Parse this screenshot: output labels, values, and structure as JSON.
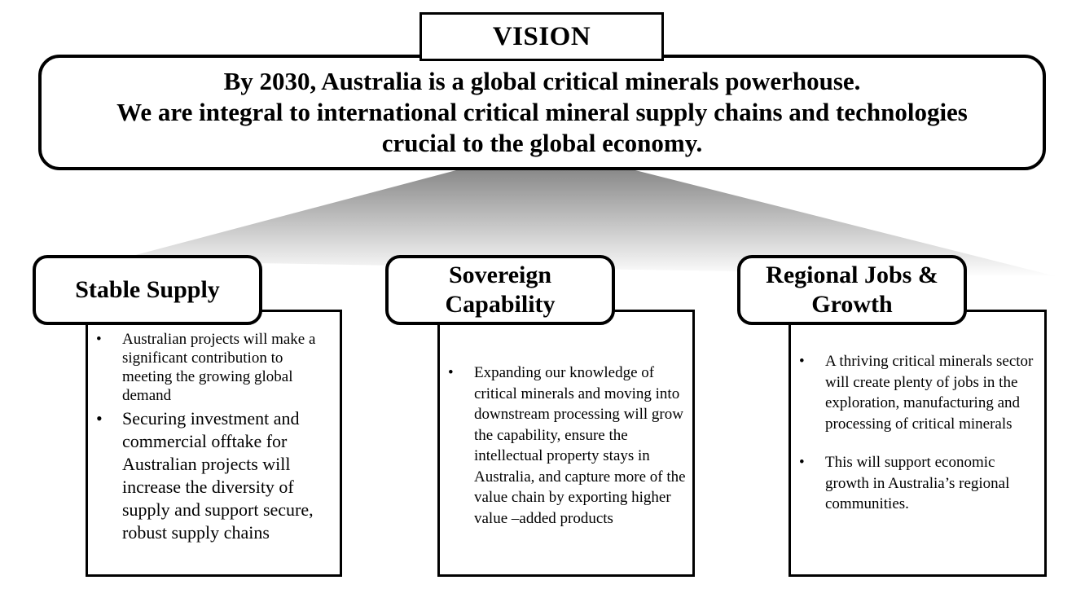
{
  "vision": {
    "tab_label": "VISION",
    "lines": [
      "By 2030, Australia is a global critical minerals powerhouse.",
      "We are integral to international critical mineral supply chains and technologies",
      "crucial to the global economy."
    ]
  },
  "bullet_glyph": "•",
  "pillars": [
    {
      "title_lines": [
        "Stable Supply"
      ],
      "bullets": [
        "Australian projects will make a significant contribution to meeting the growing global demand",
        "Securing investment and commercial offtake for Australian projects will increase the diversity of supply and support secure, robust supply chains"
      ]
    },
    {
      "title_lines": [
        "Sovereign",
        "Capability"
      ],
      "bullets": [
        "Expanding our knowledge of critical minerals and moving into downstream processing will grow the capability, ensure the intellectual property stays in Australia, and capture more of the value chain by exporting higher value –added products"
      ]
    },
    {
      "title_lines": [
        "Regional Jobs &",
        "Growth"
      ],
      "bullets": [
        "A thriving critical minerals sector will create plenty of jobs in the exploration, manufacturing and processing of critical minerals",
        "This will support economic growth in Australia’s regional communities."
      ]
    }
  ]
}
